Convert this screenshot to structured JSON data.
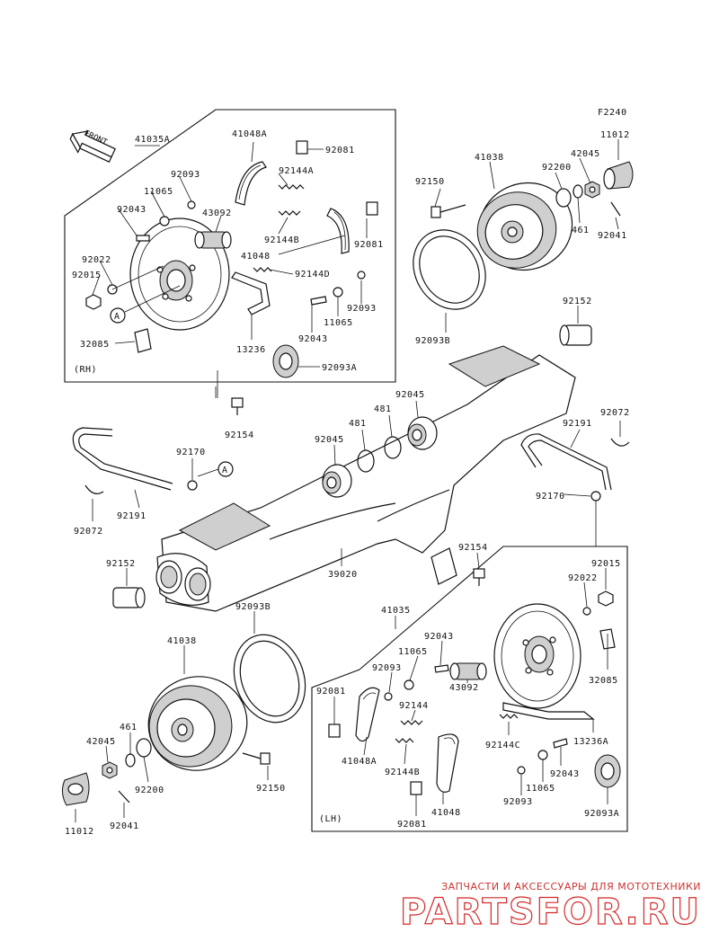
{
  "diagram_code": "F2240",
  "front_label": "FRONT",
  "marker_a": "A",
  "rh": {
    "side": "(RH)",
    "labels": {
      "l41035A": "41035A",
      "l41048A": "41048A",
      "l92081a": "92081",
      "l92093a": "92093",
      "l11065a": "11065",
      "l92144A": "92144A",
      "l92043a": "92043",
      "l43092": "43092",
      "l92144B": "92144B",
      "l92081b": "92081",
      "l41048": "41048",
      "l92022": "92022",
      "l92015": "92015",
      "l92144D": "92144D",
      "l92093b": "92093",
      "l11065b": "11065",
      "l92043b": "92043",
      "l32085": "32085",
      "l13236": "13236",
      "l92093A": "92093A"
    }
  },
  "center": {
    "labels": {
      "l41038a": "41038",
      "l92150a": "92150",
      "l92200a": "92200",
      "l42045a": "42045",
      "l11012a": "11012",
      "l461a": "461",
      "l92041a": "92041",
      "l92093Ba": "92093B",
      "l92152a": "92152",
      "l92154a": "92154",
      "l92045a": "92045",
      "l481a": "481",
      "l481b": "481",
      "l92045b": "92045",
      "l92191a": "92191",
      "l92072a": "92072",
      "l92170a": "92170",
      "l92170b": "92170",
      "l92191b": "92191",
      "l92072b": "92072",
      "l92154b": "92154",
      "l92152b": "92152",
      "l39020": "39020"
    }
  },
  "bottom": {
    "labels": {
      "l92093Bb": "92093B",
      "l41038b": "41038",
      "l461b": "461",
      "l42045b": "42045",
      "l92200b": "92200",
      "l11012b": "11012",
      "l92041b": "92041",
      "l92150b": "92150"
    }
  },
  "lh": {
    "side": "(LH)",
    "labels": {
      "l41035": "41035",
      "l92015": "92015",
      "l92022": "92022",
      "l92043a": "92043",
      "l11065a": "11065",
      "l92093a": "92093",
      "l43092": "43092",
      "l32085": "32085",
      "l92081a": "92081",
      "l92144": "92144",
      "l92144C": "92144C",
      "l13236A": "13236A",
      "l41048A": "41048A",
      "l92144B": "92144B",
      "l92043b": "92043",
      "l11065b": "11065",
      "l92093b": "92093",
      "l92093A": "92093A",
      "l92081b": "92081",
      "l41048": "41048"
    }
  },
  "watermark": {
    "tagline": "ЗАПЧАСТИ И АКСЕССУАРЫ ДЛЯ МОТОТЕХНИКИ",
    "brand": "PARTSFOR.RU"
  }
}
